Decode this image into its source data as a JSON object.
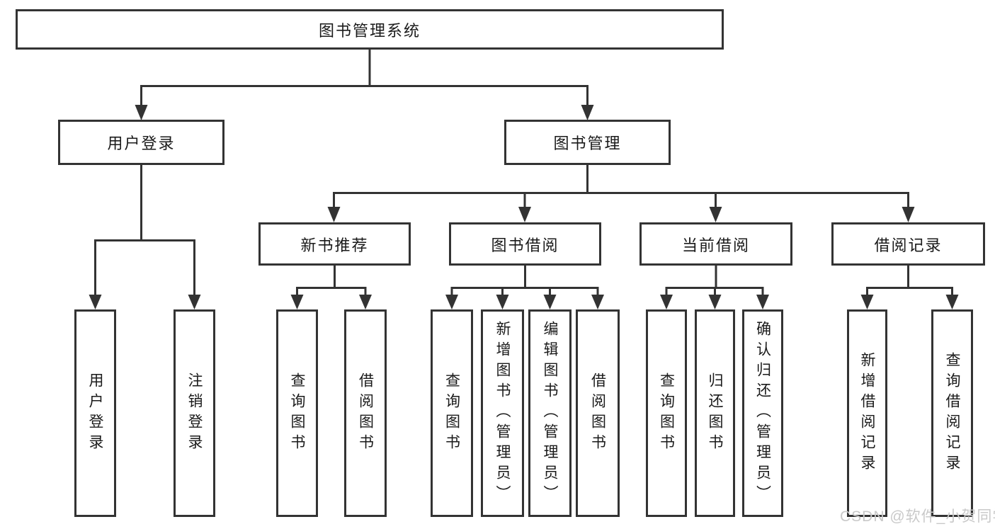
{
  "diagram": {
    "root": {
      "label": "图书管理系统"
    },
    "branches": [
      {
        "label": "用户登录",
        "children": [
          {
            "label": "用户登录"
          },
          {
            "label": "注销登录"
          }
        ]
      },
      {
        "label": "图书管理",
        "children": [
          {
            "label": "新书推荐",
            "children": [
              {
                "label": "查询图书"
              },
              {
                "label": "借阅图书"
              }
            ]
          },
          {
            "label": "图书借阅",
            "children": [
              {
                "label": "查询图书"
              },
              {
                "label": "新增图书（管理员）"
              },
              {
                "label": "编辑图书（管理员）"
              },
              {
                "label": "借阅图书"
              }
            ]
          },
          {
            "label": "当前借阅",
            "children": [
              {
                "label": "查询图书"
              },
              {
                "label": "归还图书"
              },
              {
                "label": "确认归还（管理员）"
              }
            ]
          },
          {
            "label": "借阅记录",
            "children": [
              {
                "label": "新增借阅记录"
              },
              {
                "label": "查询借阅记录"
              }
            ]
          }
        ]
      }
    ],
    "watermark": "CSDN @软件_小贺同学"
  },
  "colors": {
    "line": "#333333",
    "text": "#1a1a1a",
    "watermark": "#c9c9c9",
    "background": "#ffffff"
  }
}
